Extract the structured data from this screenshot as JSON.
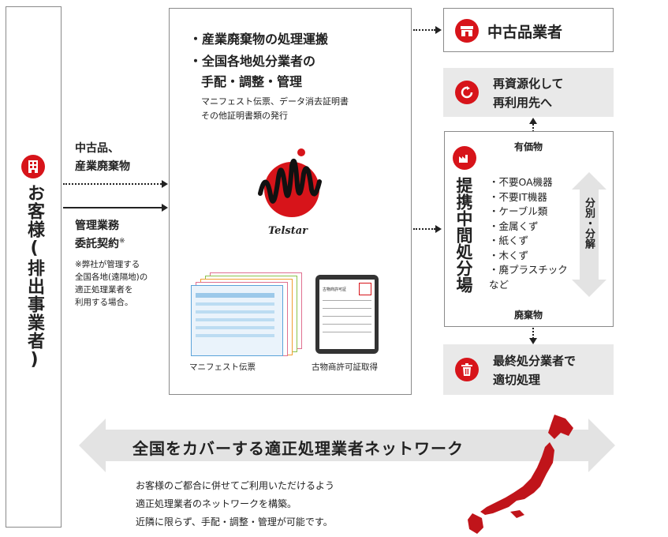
{
  "customer": {
    "label": "お客様(排出事業者)"
  },
  "flows": {
    "goods_label_1": "中古品、",
    "goods_label_2": "産業廃棄物",
    "contract_label_1": "管理業務",
    "contract_label_2": "委託契約",
    "contract_mark": "※",
    "note_1": "※弊社が管理する",
    "note_2": "全国各地(遠隔地)の",
    "note_3": "適正処理業者を",
    "note_4": "利用する場合。"
  },
  "center": {
    "bullet_1": "・産業廃棄物の処理運搬",
    "bullet_2": "・全国各地処分業者の",
    "bullet_2b": "手配・調整・管理",
    "sub_1": "マニフェスト伝票、データ消去証明書",
    "sub_2": "その他証明書類の発行",
    "logo_text": "Telstar",
    "image_caption_1": "マニフェスト伝票",
    "image_caption_2": "古物商許可証取得",
    "license_text": "古物商許可証"
  },
  "right": {
    "used_dealer": "中古品業者",
    "recycle_1": "再資源化して",
    "recycle_2": "再利用先へ",
    "valuable": "有価物",
    "facility_label": "提携中間処分場",
    "items": [
      "・不要OA機器",
      "・不要IT機器",
      "・ケーブル類",
      "・金属くず",
      "・紙くず",
      "・木くず",
      "・廃プラスチック",
      "など"
    ],
    "sort_label": "分別・分解",
    "waste": "廃棄物",
    "final_1": "最終処分業者で",
    "final_2": "適切処理"
  },
  "network": {
    "banner": "全国をカバーする適正処理業者ネットワーク",
    "desc_1": "お客様のご都合に併せてご利用いただけるよう",
    "desc_2": "適正処理業者のネットワークを構築。",
    "desc_3": "近隣に限らず、手配・調整・管理が可能です。"
  },
  "colors": {
    "accent": "#d7141a",
    "gray": "#e9e9e9",
    "border": "#8a8a8a"
  }
}
